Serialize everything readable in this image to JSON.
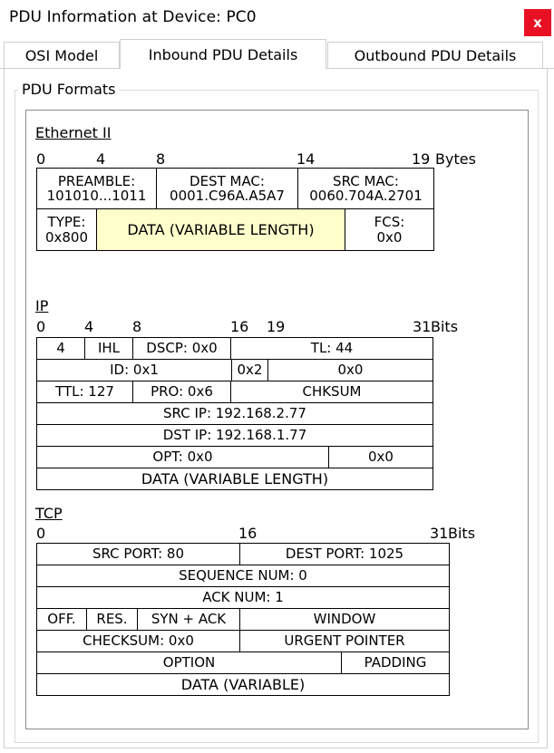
{
  "window": {
    "title": "PDU Information at Device: PC0",
    "close_glyph": "x"
  },
  "tabs": [
    {
      "label": "OSI Model"
    },
    {
      "label": "Inbound PDU Details"
    },
    {
      "label": "Outbound PDU Details"
    }
  ],
  "active_tab": "Inbound PDU Details",
  "group_title": "PDU Formats",
  "ethernet": {
    "title": "Ethernet II",
    "scale": [
      "0",
      "4",
      "8",
      "14",
      "19"
    ],
    "unit": "Bytes",
    "preamble_label": "PREAMBLE:",
    "preamble_value": "101010...1011",
    "dest_mac_label": "DEST MAC:",
    "dest_mac_value": "0001.C96A.A5A7",
    "src_mac_label": "SRC MAC:",
    "src_mac_value": "0060.704A.2701",
    "type_label": "TYPE:",
    "type_value": "0x800",
    "data": "DATA (VARIABLE LENGTH)",
    "fcs_label": "FCS:",
    "fcs_value": "0x0"
  },
  "ip": {
    "title": "IP",
    "scale": [
      "0",
      "4",
      "8",
      "16",
      "19",
      "31"
    ],
    "unit": "Bits",
    "version": "4",
    "ihl": "IHL",
    "dscp": "DSCP: 0x0",
    "tl": "TL: 44",
    "id": "ID: 0x1",
    "flags": "0x2",
    "frag_offset": "0x0",
    "ttl": "TTL: 127",
    "pro": "PRO: 0x6",
    "chksum": "CHKSUM",
    "src_ip": "SRC IP: 192.168.2.77",
    "dst_ip": "DST IP: 192.168.1.77",
    "opt": "OPT: 0x0",
    "opt_pad": "0x0",
    "data": "DATA (VARIABLE LENGTH)"
  },
  "tcp": {
    "title": "TCP",
    "scale": [
      "0",
      "16",
      "31"
    ],
    "unit": "Bits",
    "src_port": "SRC PORT: 80",
    "dest_port": "DEST PORT: 1025",
    "seq": "SEQUENCE NUM: 0",
    "ack": "ACK NUM: 1",
    "off": "OFF.",
    "res": "RES.",
    "flags": "SYN + ACK",
    "window": "WINDOW",
    "checksum": "CHECKSUM: 0x0",
    "urgent": "URGENT POINTER",
    "option": "OPTION",
    "padding": "PADDING",
    "data": "DATA (VARIABLE)"
  },
  "colors": {
    "close_bg": "#e81123",
    "data_highlight": "#ffffcc"
  }
}
